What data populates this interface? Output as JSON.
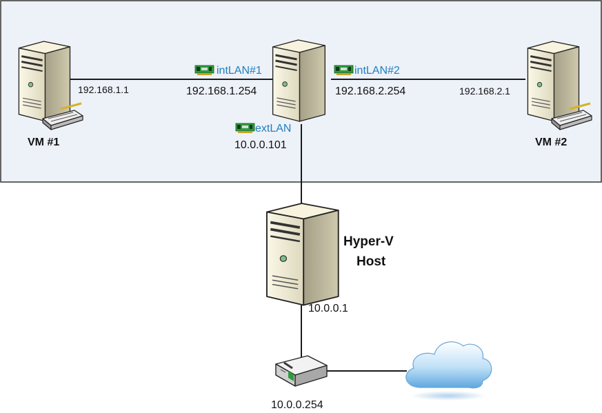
{
  "colors": {
    "zone_fill": "#EDF1F8",
    "zone_border": "#333333",
    "link": "#1a1a1a",
    "nic_label": "#1F7FC0",
    "nic_board": "#2E9B3E"
  },
  "nodes": {
    "vm1": {
      "name": "VM #1",
      "ip": "192.168.1.1",
      "icon": "server-tower-icon"
    },
    "router_vm": {
      "icon": "server-tower-icon"
    },
    "vm2": {
      "name": "VM #2",
      "ip": "192.168.2.1",
      "icon": "server-tower-icon"
    },
    "hyperv_host": {
      "name_line1": "Hyper-V",
      "name_line2": "Host",
      "ip": "10.0.0.1",
      "icon": "server-tower-icon"
    },
    "gateway": {
      "ip": "10.0.0.254",
      "icon": "network-switch-icon"
    },
    "internet": {
      "icon": "cloud-icon"
    }
  },
  "interfaces": {
    "intlan1": {
      "label": "intLAN#1",
      "ip": "192.168.1.254",
      "icon": "network-card-icon"
    },
    "intlan2": {
      "label": "intLAN#2",
      "ip": "192.168.2.254",
      "icon": "network-card-icon"
    },
    "extlan": {
      "label": "extLAN",
      "ip": "10.0.0.101",
      "icon": "network-card-icon"
    }
  }
}
